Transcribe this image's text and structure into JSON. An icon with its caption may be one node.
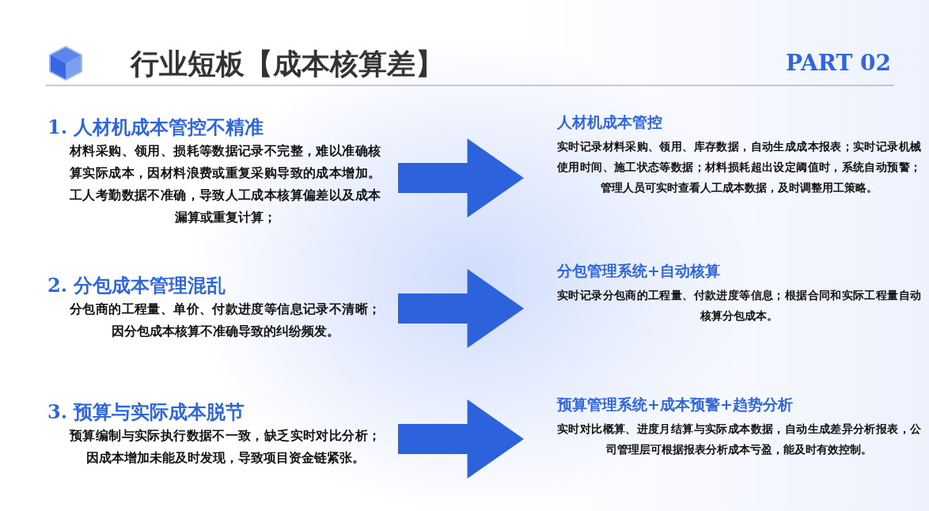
{
  "diagram": {
    "title": "行业短板【成本核算差】",
    "nodes": [
      {
        "text": [
          "1. 人材机成本管控不精准",
          "材料采购、领用、损耗等数据记录不完整，难以准确核算实际成本，因材料浪费或重复采购导致的成本增加。工人考勤数据不准确，导致人工成本核算偏差以及成本漏算或重复计算；"
        ]
      },
      {
        "text": [
          "人材机成本管控",
          "实时记录材料采购、领用、库存数据，自动生成成本报表；实时记录机械使用时间、施工状态等数据；材料损耗超出设定阈值时，系统自动预警；管理人员可实时查看人工成本数据，及时调整用工策略。"
        ]
      },
      {
        "text": [
          "2. 分包成本管理混乱",
          "分包商的工程量、单价、付款进度等信息记录不清晰；因分包成本核算不准确导致的纠纷频发。"
        ]
      },
      {
        "text": [
          "分包管理系统+自动核算",
          "实时记录分包商的工程量、付款进度等信息；根据合同和实际工程量自动核算分包成本。"
        ]
      },
      {
        "text": [
          "3. 预算与实际成本脱节",
          "预算编制与实际执行数据不一致，缺乏实时对比分析；因成本增加未能及时发现，导致项目资金链紧张。"
        ]
      },
      {
        "text": [
          "预算管理系统+成本预警+趋势分析",
          "实时对比概算、进度月结算与实际成本数据，自动生成差异分析报表，公司管理层可根据报表分析成本亏盈，能及时有效控制。"
        ]
      }
    ],
    "edges": [
      {
        "from": 0,
        "to": 1,
        "arrow": "to"
      },
      {
        "from": 2,
        "to": 3,
        "arrow": "to"
      },
      {
        "from": 4,
        "to": 5,
        "arrow": "to"
      }
    ],
    "labels": [
      "PART 02"
    ]
  }
}
